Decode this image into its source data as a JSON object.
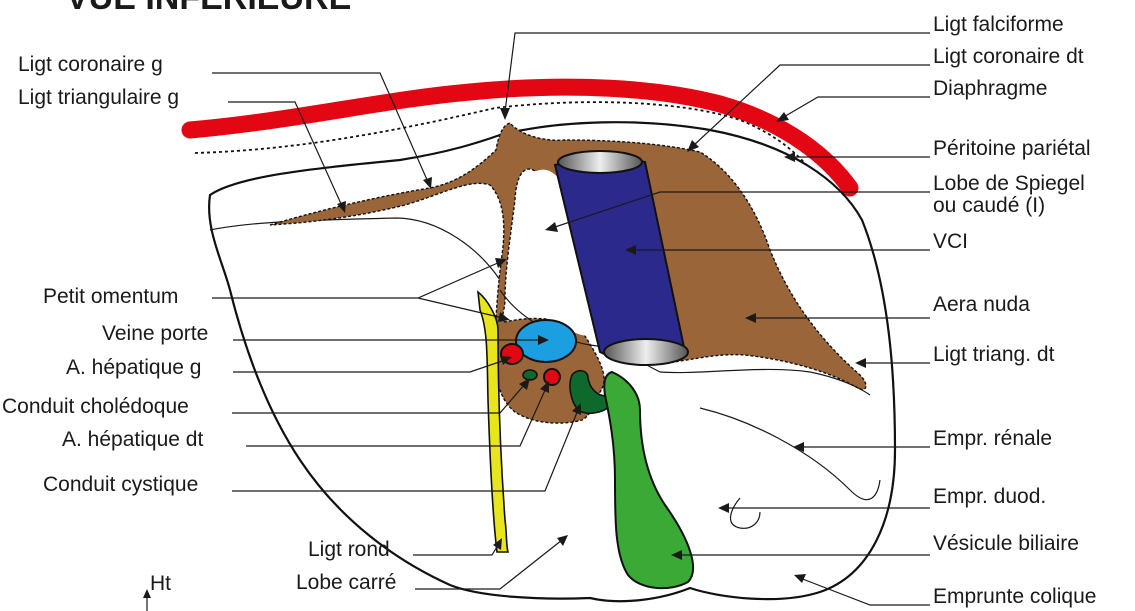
{
  "title": "VUE INFÉRIEURE",
  "labels": {
    "falciforme": "Ligt falciforme",
    "coronaire_dt": "Ligt coronaire dt",
    "diaphragme": "Diaphragme",
    "peritoine": "Péritoine pariétal",
    "spiegel_1": "Lobe de Spiegel",
    "spiegel_2": "ou caudé (I)",
    "vci": "VCI",
    "aera_nuda": "Aera nuda",
    "triang_dt": "Ligt triang. dt",
    "empr_renale": "Empr. rénale",
    "empr_duod": "Empr. duod.",
    "vesicule": "Vésicule biliaire",
    "emprunte_colique": "Emprunte colique",
    "coronaire_g": "Ligt coronaire g",
    "triangulaire_g": "Ligt triangulaire g",
    "petit_omentum": "Petit omentum",
    "veine_porte": "Veine porte",
    "hepatique_g": "A. hépatique g",
    "choledoque": "Conduit cholédoque",
    "hepatique_dt": "A. hépatique dt",
    "cystique": "Conduit cystique",
    "ligt_rond": "Ligt rond",
    "lobe_carre": "Lobe carré",
    "ht": "Ht"
  },
  "colors": {
    "diaphragm": "#e30613",
    "ligament": "#9a6539",
    "vci": "#2b2a8c",
    "portal_vein": "#1c9fe0",
    "artery": "#e30613",
    "bile_duct": "#0e6a2c",
    "gallbladder": "#3aa935",
    "round_ligament": "#e9e51b"
  }
}
